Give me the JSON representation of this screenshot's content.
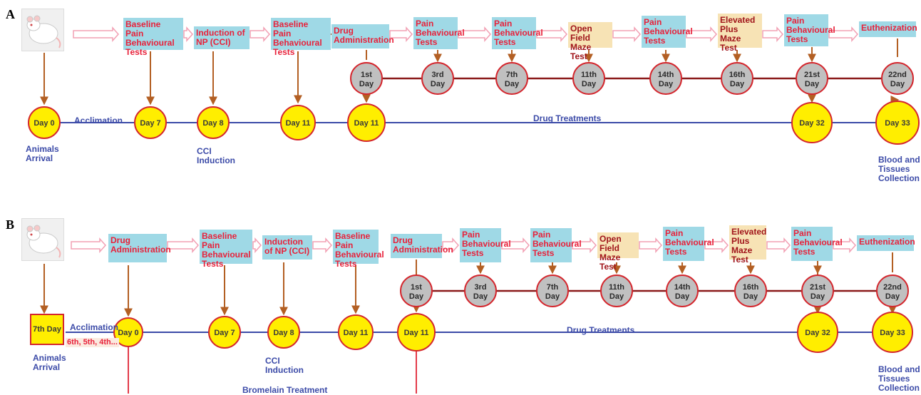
{
  "panel_a": {
    "letter": "A",
    "boxes": [
      {
        "text": "Baseline Pain Behavioural Tests",
        "style": "blue"
      },
      {
        "text": "Induction of NP (CCI)",
        "style": "blue"
      },
      {
        "text": "Baseline Pain Behavioural Tests",
        "style": "blue"
      },
      {
        "text": "Drug Administration",
        "style": "blue"
      },
      {
        "text": "Pain Behavioural Tests",
        "style": "blue"
      },
      {
        "text": "Pain Behavioural Tests",
        "style": "blue"
      },
      {
        "text": "Open Field Maze Test",
        "style": "tan"
      },
      {
        "text": "Pain Behavioural Tests",
        "style": "blue"
      },
      {
        "text": "Elevated Plus Maze Test",
        "style": "tan"
      },
      {
        "text": "Pain Behavioural Tests",
        "style": "blue"
      },
      {
        "text": "Euthenization",
        "style": "blue"
      }
    ],
    "bottom_nodes": [
      "Day 0",
      "Day 7",
      "Day 8",
      "Day 11",
      "Day 11",
      "Day 32",
      "Day 33"
    ],
    "upper_nodes": [
      "1st Day",
      "3rd Day",
      "7th Day",
      "11th Day",
      "14th Day",
      "16th Day",
      "21st Day",
      "22nd Day"
    ],
    "labels": {
      "acclimation": "Acclimation",
      "drug_treatments": "Drug Treatments",
      "animals_arrival": "Animals Arrival",
      "cci_induction": "CCI Induction",
      "blood_tissues": "Blood and Tissues Collection"
    }
  },
  "panel_b": {
    "letter": "B",
    "boxes": [
      {
        "text": "Drug Administration",
        "style": "blue"
      },
      {
        "text": "Baseline Pain Behavioural Tests",
        "style": "blue"
      },
      {
        "text": "Induction of NP (CCI)",
        "style": "blue"
      },
      {
        "text": "Baseline Pain Behavioural Tests",
        "style": "blue"
      },
      {
        "text": "Drug Administration",
        "style": "blue"
      },
      {
        "text": "Pain Behavioural Tests",
        "style": "blue"
      },
      {
        "text": "Pain Behavioural Tests",
        "style": "blue"
      },
      {
        "text": "Open Field Maze Test",
        "style": "tan"
      },
      {
        "text": "Pain Behavioural Tests",
        "style": "blue"
      },
      {
        "text": "Elevated Plus Maze Test",
        "style": "tan"
      },
      {
        "text": "Pain Behavioural Tests",
        "style": "blue"
      },
      {
        "text": "Euthenization",
        "style": "blue"
      }
    ],
    "start_box": "7th Day",
    "bottom_nodes": [
      "Day 0",
      "Day 7",
      "Day 8",
      "Day 11",
      "Day 11",
      "Day 32",
      "Day 33"
    ],
    "upper_nodes": [
      "1st Day",
      "3rd Day",
      "7th Day",
      "11th Day",
      "14th Day",
      "16th Day",
      "21st Day",
      "22nd Day"
    ],
    "labels": {
      "acclimation": "Acclimation",
      "countdown": "6th, 5th, 4th...",
      "drug_treatments": "Drug Treatments",
      "animals_arrival": "Animals Arrival",
      "cci_induction": "CCI Induction",
      "blood_tissues": "Blood and Tissues Collection",
      "bromelain": "Bromelain Treatment"
    }
  },
  "colors": {
    "box_blue": "#9fd9e6",
    "box_tan": "#f7e3b5",
    "box_text_red": "#e8213a",
    "node_yellow": "#ffee00",
    "node_border_red": "#d4262d",
    "node_gray": "#c0c0c0",
    "timeline_blue": "#3c4ba8",
    "timeline_darkred": "#8b1a1a",
    "arrow_brown": "#b35f23",
    "hollow_arrow_pink": "#f2a0b4"
  }
}
